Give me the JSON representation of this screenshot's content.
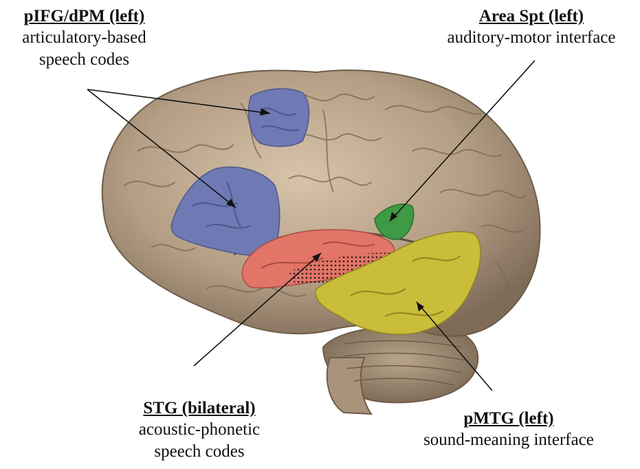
{
  "labels": {
    "pifg": {
      "title": "pIFG/dPM (left)",
      "desc_line1": "articulatory-based",
      "desc_line2": "speech codes"
    },
    "spt": {
      "title": "Area Spt (left)",
      "desc_line1": "auditory-motor interface"
    },
    "stg": {
      "title": "STG (bilateral)",
      "desc_line1": "acoustic-phonetic",
      "desc_line2": "speech codes"
    },
    "pmtg": {
      "title": "pMTG (left)",
      "desc_line1": "sound-meaning interface"
    }
  },
  "colors": {
    "brain": "#b59f86",
    "brain_shadow": "#7d6a56",
    "pifg_region": "#6f79b3",
    "spt_region": "#3f9a45",
    "stg_region": "#e27468",
    "pmtg_region": "#c9bd3a",
    "line": "#111111"
  }
}
